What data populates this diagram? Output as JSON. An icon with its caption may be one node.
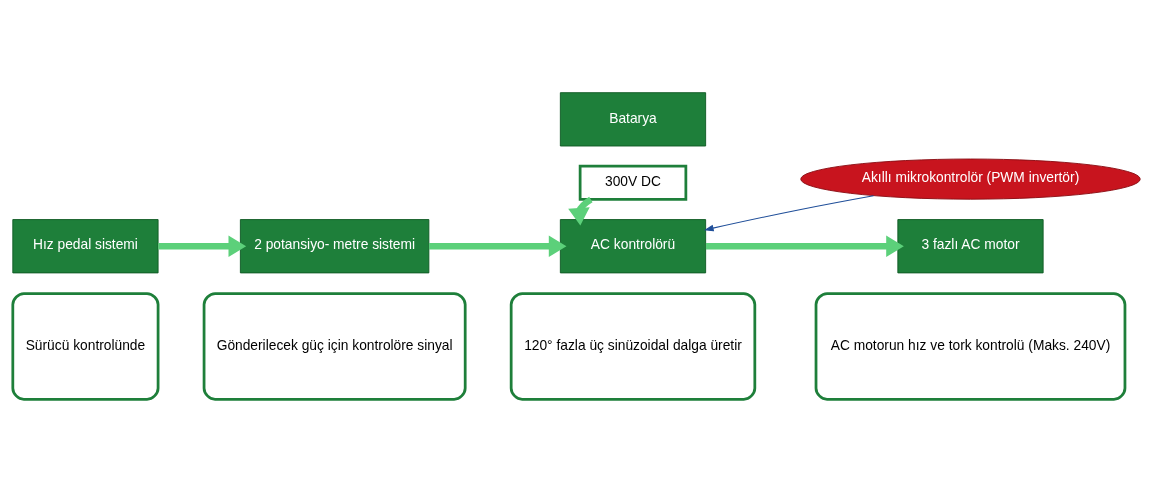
{
  "diagram": {
    "nodes": [
      {
        "text": [
          "Hız pedal sistemi"
        ]
      },
      {
        "text": [
          "Sürücü kontrolünde"
        ]
      },
      {
        "text": [
          "2 potansiyo- metre sistemi"
        ]
      },
      {
        "text": [
          "Gönderilecek güç için kontrolöre sinyal"
        ]
      },
      {
        "text": [
          "Batarya"
        ]
      },
      {
        "text": [
          "300V DC"
        ]
      },
      {
        "text": [
          "AC kontrolörü"
        ]
      },
      {
        "text": [
          "120° fazla üç sinüzoidal dalga üretir"
        ]
      },
      {
        "text": [
          "Akıllı mikrokontrolör (PWM invertör)"
        ]
      },
      {
        "text": [
          "3 fazlı AC motor"
        ]
      },
      {
        "text": [
          "AC motorun hız ve tork kontrolü (Maks. 240V)"
        ]
      }
    ],
    "edges": [
      {
        "from": 0,
        "to": 2,
        "arrow": "to"
      },
      {
        "from": 2,
        "to": 6,
        "arrow": "to"
      },
      {
        "from": 5,
        "to": 6,
        "arrow": "to"
      },
      {
        "from": 8,
        "to": 6,
        "arrow": "to",
        "color": "#1f4e99"
      },
      {
        "from": 6,
        "to": 9,
        "arrow": "to"
      }
    ]
  }
}
